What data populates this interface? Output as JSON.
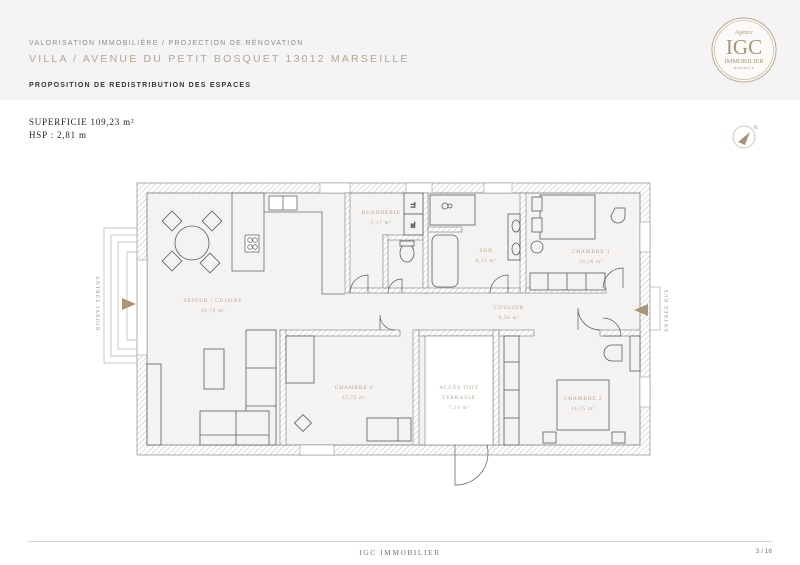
{
  "header": {
    "kicker": "VALORISATION IMMOBILIÈRE / PROJECTION DE RÉNOVATION",
    "title": "VILLA / AVENUE DU PETIT BOSQUET 13012 MARSEILLE",
    "subtitle": "PROPOSITION DE REDISTRIBUTION DES ESPACES"
  },
  "logo": {
    "script": "Agence",
    "monogram": "IGC",
    "name": "IMMOBILIER",
    "tagline": "MARSEILLE"
  },
  "info": {
    "superficie": "SUPERFICIE 109,23 m²",
    "hsp": "HSP : 2,81 m"
  },
  "compass": {
    "icon": "north-arrow-icon",
    "label": "N"
  },
  "plan": {
    "accent_color": "#a8957a",
    "rooms": [
      {
        "name": "SÉJOUR / CUISINE",
        "area": "39,78 m²"
      },
      {
        "name": "BUANDERIE",
        "area": "5,17 m²"
      },
      {
        "name": "SDB",
        "area": "8,32 m²"
      },
      {
        "name": "CHAMBRE 1",
        "area": "10,38 m²"
      },
      {
        "name": "COULOIR",
        "area": "9,58 m²"
      },
      {
        "name": "CHAMBRE 4",
        "area": "13,75 m²"
      },
      {
        "name": "ACCÈS TOIT",
        "name2": "TERRASSE",
        "area": "7,10 m²"
      },
      {
        "name": "CHAMBRE 2",
        "area": "14,75 m²"
      }
    ],
    "fixtures": {
      "ll": "LL",
      "sl": "SL"
    },
    "entrances": {
      "garden": "ENTRÉE JARDIN",
      "street": "ENTRÉE RUE"
    }
  },
  "footer": {
    "brand": "IGC IMMOBILIER",
    "page": "3 / 16"
  }
}
